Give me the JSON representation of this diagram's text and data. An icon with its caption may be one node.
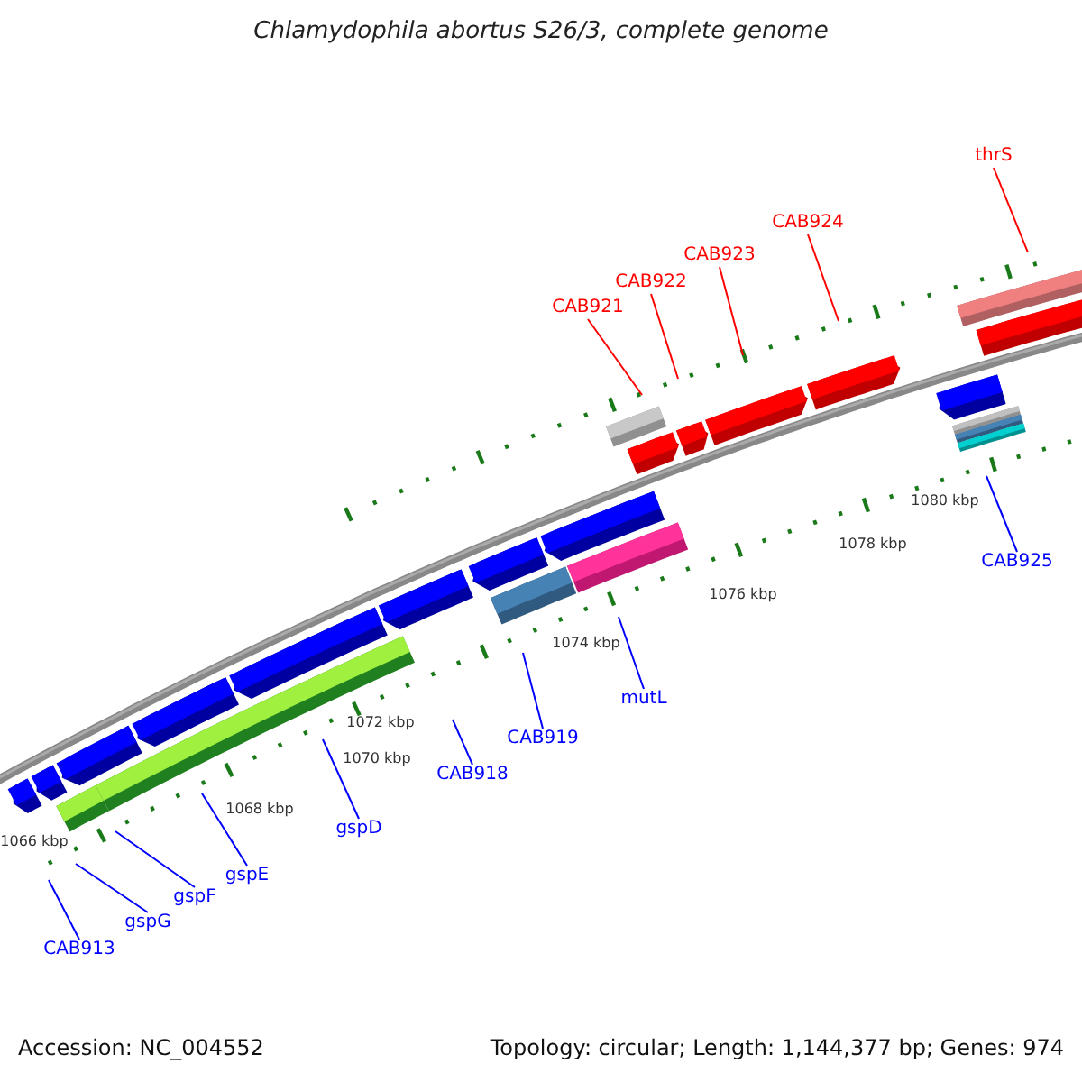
{
  "diagram": {
    "title": "Chlamydophila abortus S26/3, complete genome",
    "nodes": [
      {
        "text": [
          "thrS"
        ]
      },
      {
        "text": [
          "CAB921"
        ]
      },
      {
        "text": [
          "CAB922"
        ]
      },
      {
        "text": [
          "CAB923"
        ]
      },
      {
        "text": [
          "CAB924"
        ]
      },
      {
        "text": [
          "CAB925"
        ]
      },
      {
        "text": [
          "mutL"
        ]
      },
      {
        "text": [
          "CAB919"
        ]
      },
      {
        "text": [
          "CAB918"
        ]
      },
      {
        "text": [
          "gspD"
        ]
      },
      {
        "text": [
          "gspE"
        ]
      },
      {
        "text": [
          "gspF"
        ]
      },
      {
        "text": [
          "gspG"
        ]
      },
      {
        "text": [
          "CAB913"
        ]
      }
    ],
    "edges": [
      {
        "from": 0,
        "to": null,
        "arrow": "none",
        "color": "#ff0000"
      },
      {
        "from": 1,
        "to": null,
        "arrow": "none",
        "color": "#ff0000"
      },
      {
        "from": 2,
        "to": null,
        "arrow": "none",
        "color": "#ff0000"
      },
      {
        "from": 3,
        "to": null,
        "arrow": "none",
        "color": "#ff0000"
      },
      {
        "from": 4,
        "to": null,
        "arrow": "none",
        "color": "#ff0000"
      },
      {
        "from": 5,
        "to": null,
        "arrow": "none"
      },
      {
        "from": 6,
        "to": null,
        "arrow": "none"
      },
      {
        "from": 7,
        "to": null,
        "arrow": "none"
      },
      {
        "from": 8,
        "to": null,
        "arrow": "none"
      },
      {
        "from": 9,
        "to": null,
        "arrow": "none"
      },
      {
        "from": 10,
        "to": null,
        "arrow": "none"
      },
      {
        "from": 11,
        "to": null,
        "arrow": "none"
      },
      {
        "from": 12,
        "to": null,
        "arrow": "none"
      },
      {
        "from": 13,
        "to": null,
        "arrow": "none"
      }
    ],
    "labels": [
      "1080 kbp",
      "1078 kbp",
      "1076 kbp",
      "1074 kbp",
      "1072 kbp",
      "1070 kbp",
      "1068 kbp",
      "1066 kbp",
      "Accession: NC_004552",
      "Topology: circular; Length: 1,144,377 bp; Genes: 974"
    ]
  }
}
